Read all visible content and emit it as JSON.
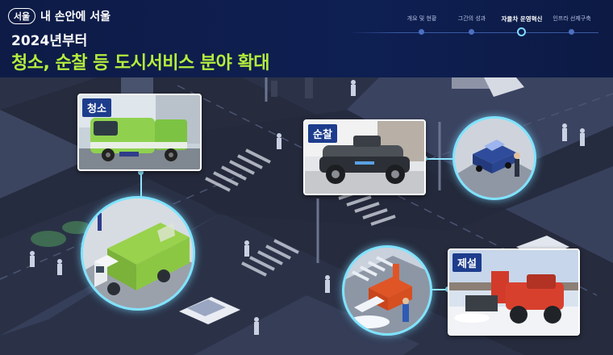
{
  "header": {
    "brand_logo": "서울",
    "brand_name": "내 손안에 서울",
    "year_line": "2024년부터",
    "headline": "청소, 순찰 등 도시서비스 분야 확대"
  },
  "progress_nav": {
    "steps": [
      {
        "label": "개요 및 현황"
      },
      {
        "label": "그간의 성과"
      },
      {
        "label": "자율차 운영혁신"
      },
      {
        "label": "인프라 선제구축"
      }
    ],
    "active_index": 2
  },
  "scene": {
    "cards": {
      "cleaning": {
        "tag": "청소"
      },
      "patrol": {
        "tag": "순찰"
      },
      "snow": {
        "tag": "제설"
      }
    }
  },
  "colors": {
    "header_bg": "#0e1f52",
    "headline": "#b4ee3d",
    "tag_bg": "#1d3c8c",
    "ring": "#7fe3ff"
  }
}
